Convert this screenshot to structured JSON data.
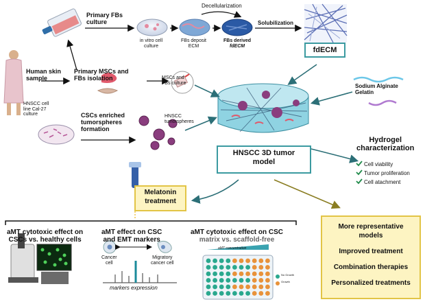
{
  "colors": {
    "teal": "#2c6f77",
    "olive": "#8a7d22",
    "gold_fill": "#fdf4c2",
    "gold_border": "#e2c445",
    "box_border": "#3a9aa0"
  },
  "top": {
    "primary_fbs": [
      "Primary FBs",
      "culture"
    ],
    "decellularization": "Decellularization",
    "solubilization": "Solubilization",
    "in_vitro": [
      "in vitro cell",
      "culture"
    ],
    "fbs_deposit": [
      "FBs deposit",
      "ECM"
    ],
    "fbs_derived": [
      "FBs derived",
      "fdECM"
    ],
    "fdecm_box": "fdECM"
  },
  "left": {
    "human_skin": [
      "Human skin",
      "sample"
    ],
    "primary_mscs": [
      "Primary MSCs and",
      "FBs isolation"
    ],
    "mscs_culture": [
      "MSCs and",
      "FBs culture"
    ],
    "hnscc_line": [
      "HNSCC cell",
      "line Cal-27",
      "culture"
    ],
    "cscs_enriched": [
      "CSCs enriched",
      "tumorspheres",
      "formation"
    ],
    "hnscc_tumorspheres": [
      "HNSCC",
      "tumorspheres"
    ]
  },
  "center": {
    "alginate": [
      "Sodium Alginate",
      "Gelatin"
    ],
    "model_box": [
      "HNSCC 3D tumor",
      "model"
    ]
  },
  "hydrogel": {
    "title": [
      "Hydrogel",
      "characterization"
    ],
    "items": [
      "Cell viability",
      "Tumor proliferation",
      "Cell atachment"
    ]
  },
  "melatonin": [
    "Melatonin",
    "treatment"
  ],
  "bottom": {
    "col1": [
      "aMT cytotoxic effect on",
      "CSCs vs. healthy cells"
    ],
    "col2": [
      "aMT effect on CSC",
      "and EMT markers"
    ],
    "col3": [
      "aMT cytotoxic effect on CSC",
      "matrix vs. scaffold-free"
    ],
    "cancer_cell": [
      "Cancer",
      "cell"
    ],
    "migratory_cell": [
      "Migratory",
      "cancer cell"
    ],
    "markers_expression": "markers expression",
    "amt_concentration": "aMT concentration",
    "plate_legend": [
      "No Growth",
      "Growth"
    ]
  },
  "outcomes": [
    "More representative",
    "models",
    "Improved treatment",
    "Combination therapies",
    "Personalized treatments"
  ]
}
